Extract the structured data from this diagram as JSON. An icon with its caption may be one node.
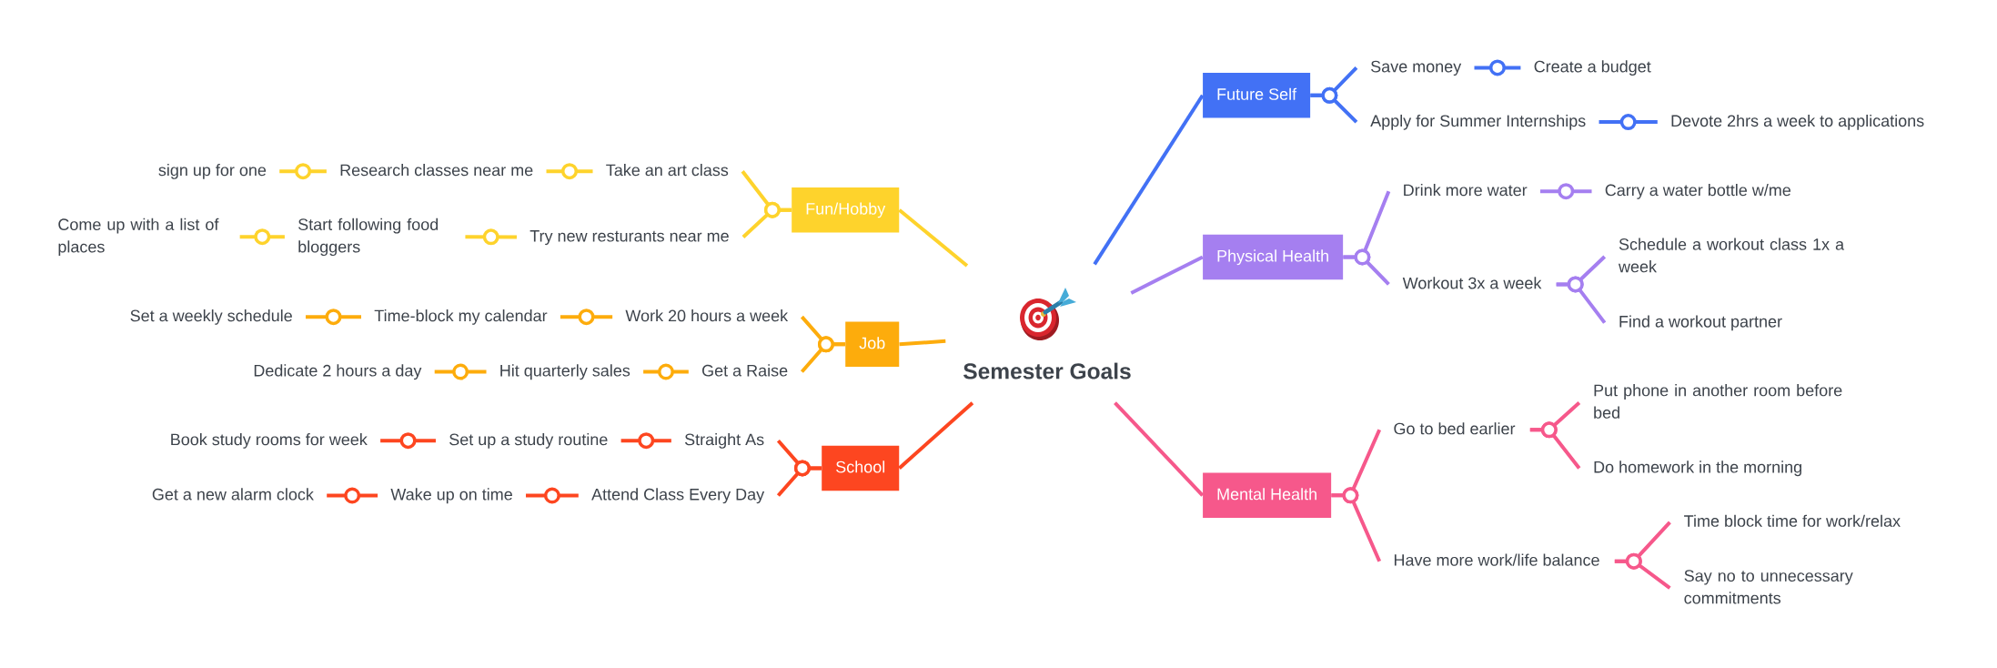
{
  "diagram": {
    "nodes": [
      {
        "text": [
          "Semester Goals"
        ]
      },
      {
        "text": [
          "Future Self"
        ]
      },
      {
        "text": [
          "Save money"
        ]
      },
      {
        "text": [
          "Create a budget"
        ]
      },
      {
        "text": [
          "Apply for Summer Internships"
        ]
      },
      {
        "text": [
          "Devote 2hrs a week to applications"
        ]
      },
      {
        "text": [
          "Physical Health"
        ]
      },
      {
        "text": [
          "Drink more water"
        ]
      },
      {
        "text": [
          "Carry a water bottle w/me"
        ]
      },
      {
        "text": [
          "Workout 3x a week"
        ]
      },
      {
        "text": [
          "Schedule a workout class 1x a week"
        ]
      },
      {
        "text": [
          "Find a workout partner"
        ]
      },
      {
        "text": [
          "Mental Health"
        ]
      },
      {
        "text": [
          "Go to bed earlier"
        ]
      },
      {
        "text": [
          "Put phone in another room before bed"
        ]
      },
      {
        "text": [
          "Do homework in the morning"
        ]
      },
      {
        "text": [
          "Have more work/life balance"
        ]
      },
      {
        "text": [
          "Time block time for work/relax"
        ]
      },
      {
        "text": [
          "Say no to unnecessary commitments"
        ]
      },
      {
        "text": [
          "Fun/Hobby"
        ]
      },
      {
        "text": [
          "Take an art class"
        ]
      },
      {
        "text": [
          "Research classes near me"
        ]
      },
      {
        "text": [
          "sign up for one"
        ]
      },
      {
        "text": [
          "Try new resturants near me"
        ]
      },
      {
        "text": [
          "Start following food bloggers"
        ]
      },
      {
        "text": [
          "Come up with a list of places"
        ]
      },
      {
        "text": [
          "Job"
        ]
      },
      {
        "text": [
          "Work 20 hours a week"
        ]
      },
      {
        "text": [
          "Time-block my calendar"
        ]
      },
      {
        "text": [
          "Set a weekly schedule"
        ]
      },
      {
        "text": [
          "Get a Raise"
        ]
      },
      {
        "text": [
          "Hit quarterly sales"
        ]
      },
      {
        "text": [
          "Dedicate 2 hours a day"
        ]
      },
      {
        "text": [
          "School"
        ]
      },
      {
        "text": [
          "Straight As"
        ]
      },
      {
        "text": [
          "Set up a study routine"
        ]
      },
      {
        "text": [
          "Book study rooms for week"
        ]
      },
      {
        "text": [
          "Attend Class Every Day"
        ]
      },
      {
        "text": [
          "Wake up on time"
        ]
      },
      {
        "text": [
          "Get a new alarm clock"
        ]
      }
    ],
    "edges": [
      {
        "from": 0,
        "to": 1,
        "arrow": "none",
        "color": "#4271f5"
      },
      {
        "from": 1,
        "to": 2,
        "arrow": "none",
        "color": "#4271f5"
      },
      {
        "from": 2,
        "to": 3,
        "arrow": "none",
        "color": "#4271f5"
      },
      {
        "from": 1,
        "to": 4,
        "arrow": "none",
        "color": "#4271f5"
      },
      {
        "from": 4,
        "to": 5,
        "arrow": "none",
        "color": "#4271f5"
      },
      {
        "from": 0,
        "to": 6,
        "arrow": "none",
        "color": "#a57ff0"
      },
      {
        "from": 6,
        "to": 7,
        "arrow": "none",
        "color": "#a57ff0"
      },
      {
        "from": 7,
        "to": 8,
        "arrow": "none",
        "color": "#a57ff0"
      },
      {
        "from": 6,
        "to": 9,
        "arrow": "none",
        "color": "#a57ff0"
      },
      {
        "from": 9,
        "to": 10,
        "arrow": "none",
        "color": "#a57ff0"
      },
      {
        "from": 9,
        "to": 11,
        "arrow": "none",
        "color": "#a57ff0"
      },
      {
        "from": 0,
        "to": 12,
        "arrow": "none",
        "color": "#f6588b"
      },
      {
        "from": 12,
        "to": 13,
        "arrow": "none",
        "color": "#f6588b"
      },
      {
        "from": 13,
        "to": 14,
        "arrow": "none",
        "color": "#f6588b"
      },
      {
        "from": 13,
        "to": 15,
        "arrow": "none",
        "color": "#f6588b"
      },
      {
        "from": 12,
        "to": 16,
        "arrow": "none",
        "color": "#f6588b"
      },
      {
        "from": 16,
        "to": 17,
        "arrow": "none",
        "color": "#f6588b"
      },
      {
        "from": 16,
        "to": 18,
        "arrow": "none",
        "color": "#f6588b"
      },
      {
        "from": 0,
        "to": 19,
        "arrow": "none",
        "color": "#fed32c"
      },
      {
        "from": 19,
        "to": 20,
        "arrow": "none",
        "color": "#fed32c"
      },
      {
        "from": 20,
        "to": 21,
        "arrow": "none",
        "color": "#fed32c"
      },
      {
        "from": 21,
        "to": 22,
        "arrow": "none",
        "color": "#fed32c"
      },
      {
        "from": 19,
        "to": 23,
        "arrow": "none",
        "color": "#fed32c"
      },
      {
        "from": 23,
        "to": 24,
        "arrow": "none",
        "color": "#fed32c"
      },
      {
        "from": 24,
        "to": 25,
        "arrow": "none",
        "color": "#fed32c"
      },
      {
        "from": 0,
        "to": 26,
        "arrow": "none",
        "color": "#fdac0c"
      },
      {
        "from": 26,
        "to": 27,
        "arrow": "none",
        "color": "#fdac0c"
      },
      {
        "from": 27,
        "to": 28,
        "arrow": "none",
        "color": "#fdac0c"
      },
      {
        "from": 28,
        "to": 29,
        "arrow": "none",
        "color": "#fdac0c"
      },
      {
        "from": 26,
        "to": 30,
        "arrow": "none",
        "color": "#fdac0c"
      },
      {
        "from": 30,
        "to": 31,
        "arrow": "none",
        "color": "#fdac0c"
      },
      {
        "from": 31,
        "to": 32,
        "arrow": "none",
        "color": "#fdac0c"
      },
      {
        "from": 0,
        "to": 33,
        "arrow": "none",
        "color": "#fd4620"
      },
      {
        "from": 33,
        "to": 34,
        "arrow": "none",
        "color": "#fd4620"
      },
      {
        "from": 34,
        "to": 35,
        "arrow": "none",
        "color": "#fd4620"
      },
      {
        "from": 35,
        "to": 36,
        "arrow": "none",
        "color": "#fd4620"
      },
      {
        "from": 33,
        "to": 37,
        "arrow": "none",
        "color": "#fd4620"
      },
      {
        "from": 37,
        "to": 38,
        "arrow": "none",
        "color": "#fd4620"
      },
      {
        "from": 38,
        "to": 39,
        "arrow": "none",
        "color": "#fd4620"
      }
    ]
  }
}
